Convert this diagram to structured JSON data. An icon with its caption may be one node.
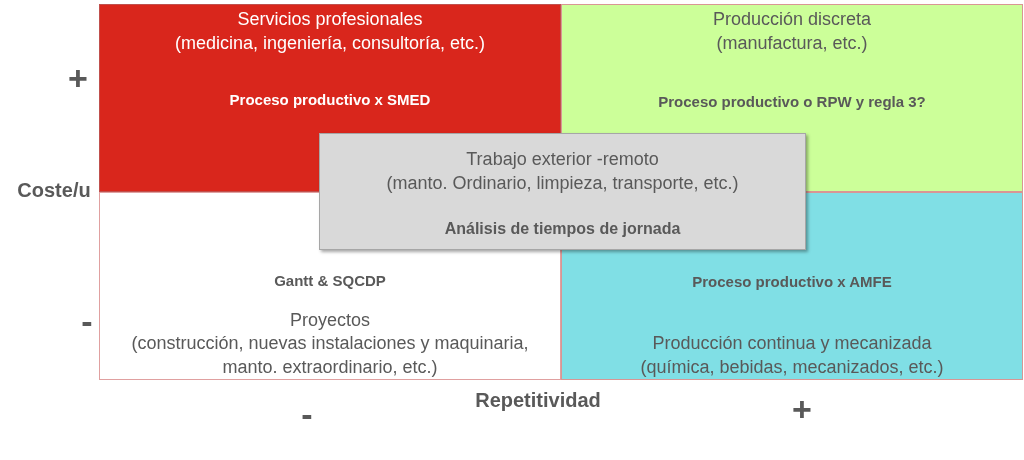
{
  "diagram": {
    "nodes": [
      {
        "text": [
          "Servicios profesionales",
          "(medicina, ingeniería, consultoría, etc.)",
          "Proceso productivo x SMED"
        ]
      },
      {
        "text": [
          "Producción discreta",
          "(manufactura, etc.)",
          "Proceso productivo o RPW y regla 3?"
        ]
      },
      {
        "text": [
          "Trabajo exterior -remoto",
          "(manto. Ordinario, limpieza, transporte, etc.)",
          "Análisis de tiempos de jornada"
        ]
      },
      {
        "text": [
          "Gantt & SQCDP",
          "Proyectos",
          "(construcción, nuevas instalaciones y maquinaria, manto. extraordinario, etc.)"
        ]
      },
      {
        "text": [
          "Proceso productivo x AMFE",
          "Producción continua y mecanizada",
          "(química, bebidas, mecanizados, etc.)"
        ]
      }
    ],
    "labels": [
      "+",
      "Coste/u",
      "-",
      "Repetitividad",
      "-",
      "+"
    ]
  }
}
